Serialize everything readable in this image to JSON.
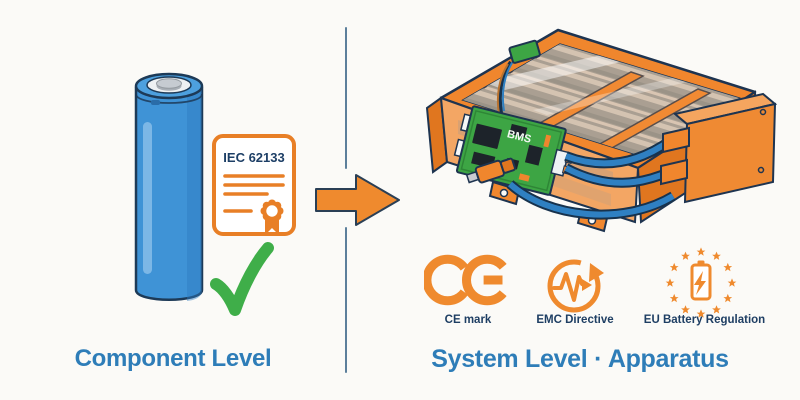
{
  "colors": {
    "accent_orange": "#EF8A2E",
    "battery_blue": "#3F93D6",
    "heading_blue": "#2E7DB8",
    "label_navy": "#1E3E63",
    "check_green": "#3FAE49",
    "pcb_green": "#3DA544",
    "cable_blue": "#2F80C2",
    "outline_navy": "#1E3450",
    "divider_blue": "#5C7F9B",
    "background": "#FBFAF7"
  },
  "left_panel": {
    "certificate_label": "IEC 62133",
    "caption": "Component Level",
    "icons": [
      "battery-cell",
      "iec-certificate",
      "green-checkmark"
    ]
  },
  "arrow": {
    "direction": "right"
  },
  "right_panel": {
    "pack_label": "BMS",
    "caption": "System Level · Apparatus",
    "badges": [
      {
        "icon": "ce-mark-icon",
        "label": "CE mark"
      },
      {
        "icon": "emc-directive-icon",
        "label": "EMC Directive"
      },
      {
        "icon": "eu-battery-regulation-icon",
        "label": "EU Battery Regulation"
      }
    ]
  }
}
